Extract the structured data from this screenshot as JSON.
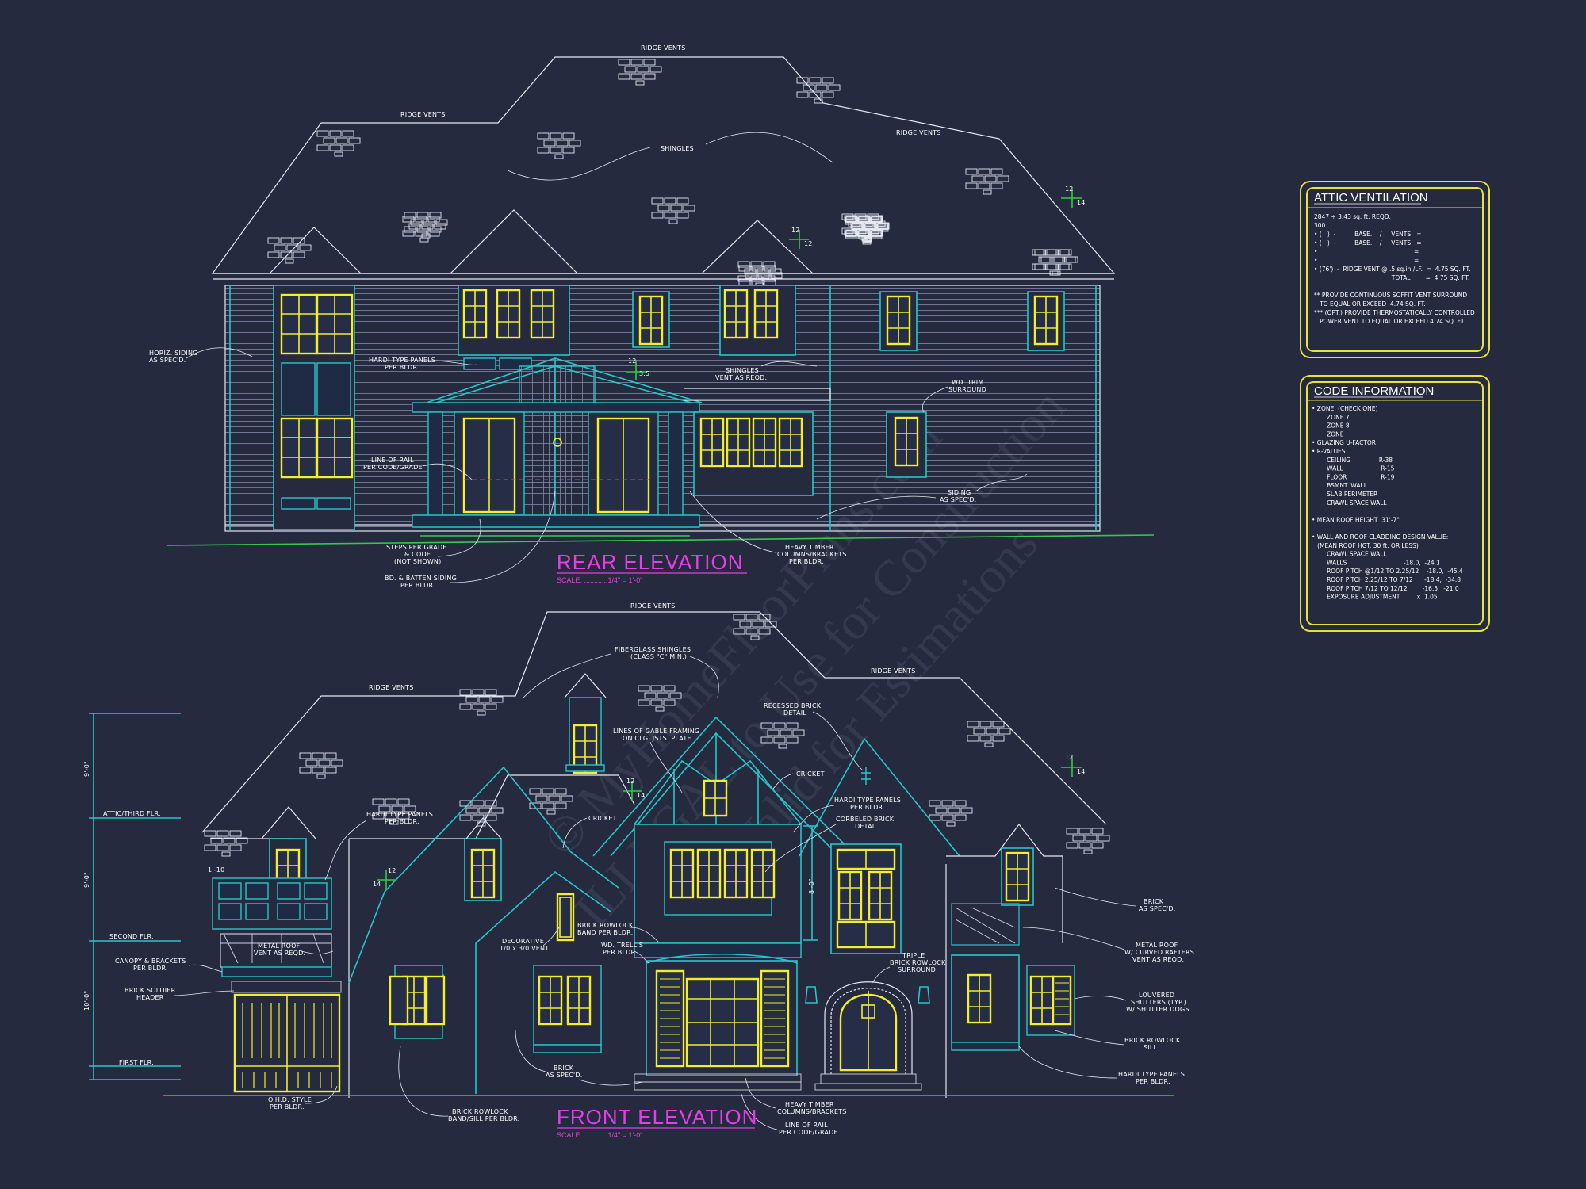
{
  "rear_elevation": {
    "title": "REAR ELEVATION",
    "scale": "SCALE: ............1/4\" = 1'-0\"",
    "pitch_a": {
      "rise": "12",
      "run": "14"
    },
    "pitch_b": {
      "rise": "12",
      "run": "12"
    },
    "pitch_c": {
      "rise": "12",
      "run": "3.5"
    },
    "notes": {
      "ridge_vents_1": "RIDGE VENTS",
      "ridge_vents_2": "RIDGE VENTS",
      "ridge_vents_3": "RIDGE VENTS",
      "shingles": "SHINGLES",
      "horiz_siding_1": "HORIZ. SIDING",
      "horiz_siding_2": "AS SPEC'D.",
      "hardi_1": "HARDI TYPE PANELS",
      "hardi_2": "PER BLDR.",
      "shingles_vent_1": "SHINGLES",
      "shingles_vent_2": "VENT AS REQD.",
      "wd_trim_1": "WD. TRIM",
      "wd_trim_2": "SURROUND",
      "line_rail_1": "LINE OF RAIL",
      "line_rail_2": "PER CODE/GRADE",
      "siding_1": "SIDING",
      "siding_2": "AS SPEC'D.",
      "steps_1": "STEPS PER GRADE",
      "steps_2": "& CODE",
      "steps_3": "(NOT SHOWN)",
      "bd_batten_1": "BD. & BATTEN SIDING",
      "bd_batten_2": "PER BLDR.",
      "timber_1": "HEAVY TIMBER",
      "timber_2": "COLUMNS/BRACKETS",
      "timber_3": "PER BLDR."
    }
  },
  "front_elevation": {
    "title": "FRONT ELEVATION",
    "scale": "SCALE: ............1/4\" = 1'-0\"",
    "pitch_a": {
      "rise": "12",
      "run": "14"
    },
    "pitch_b": {
      "rise": "12",
      "run": "14"
    },
    "pitch_c": {
      "rise": "12",
      "run": "14"
    },
    "dims": {
      "d1": "9'-0\"",
      "d2": "9'-0\"",
      "d3": "10'-0\"",
      "d4": "8'-0\"",
      "d5": "1'-10"
    },
    "levels": {
      "attic": "ATTIC/THIRD FLR.",
      "second": "SECOND FLR.",
      "first": "FIRST FLR."
    },
    "notes": {
      "ridge_vents_1": "RIDGE VENTS",
      "ridge_vents_2": "RIDGE VENTS",
      "ridge_vents_3": "RIDGE VENTS",
      "fiberglass_1": "FIBERGLASS SHINGLES",
      "fiberglass_2": "(CLASS \"C\" MIN.)",
      "recessed_1": "RECESSED BRICK",
      "recessed_2": "DETAIL",
      "gable_1": "LINES OF GABLE FRAMING",
      "gable_2": "ON CLG. JSTS. PLATE",
      "cricket_1": "CRICKET",
      "cricket_2": "CRICKET",
      "hardi_a1": "HARDI TYPE PANELS",
      "hardi_a2": "PER BLDR.",
      "hardi_b1": "HARDI TYPE PANELS",
      "hardi_b2": "PER BLDR.",
      "corbel_1": "CORBELED BRICK",
      "corbel_2": "DETAIL",
      "metal_roof_1": "METAL ROOF",
      "metal_roof_2": "VENT AS REQD.",
      "canopy_1": "CANOPY & BRACKETS",
      "canopy_2": "PER BLDR.",
      "soldier_1": "BRICK SOLDIER",
      "soldier_2": "HEADER",
      "rowlock_band_1": "BRICK ROWLOCK",
      "rowlock_band_2": "BAND PER BLDR.",
      "deco_vent_1": "DECORATIVE",
      "deco_vent_2": "1/0 x 3/0 VENT",
      "trellis_1": "WD. TRELLIS",
      "trellis_2": "PER BLDR.",
      "triple_1": "TRIPLE",
      "triple_2": "BRICK ROWLOCK",
      "triple_3": "SURROUND",
      "brick_spec_1": "BRICK",
      "brick_spec_2": "AS SPEC'D.",
      "brick_mid_1": "BRICK",
      "brick_mid_2": "AS SPEC'D.",
      "metal_curved_1": "METAL ROOF",
      "metal_curved_2": "W/ CURVED RAFTERS",
      "metal_curved_3": "VENT AS REQD.",
      "louvered_1": "LOUVERED",
      "louvered_2": "SHUTTERS (TYP.)",
      "louvered_3": "W/ SHUTTER DOGS",
      "rowlock_sill_1": "BRICK ROWLOCK",
      "rowlock_sill_2": "SILL",
      "hardi_c1": "HARDI TYPE PANELS",
      "hardi_c2": "PER BLDR.",
      "ohd_1": "O.H.D. STYLE",
      "ohd_2": "PER BLDR.",
      "band_sill_1": "BRICK ROWLOCK",
      "band_sill_2": "BAND/SILL PER BLDR.",
      "timber_1": "HEAVY TIMBER",
      "timber_2": "COLUMNS/BRACKETS",
      "rail_1": "LINE OF RAIL",
      "rail_2": "PER CODE/GRADE"
    }
  },
  "attic_ventilation": {
    "title": "ATTIC VENTILATION",
    "lines": [
      "2847 ÷ 3.43 sq. ft. REQD.",
      "300",
      "• (   )  -          BASE.    /     VENTS   =",
      "• (   )  -          BASE.    /     VENTS   =",
      "•                                                   =",
      "•                                                   =",
      "• (76')  -  RIDGE VENT @ .5 sq.in./LF.  =  4.75 SQ. FT.",
      "                                         TOTAL        =  4.75 SQ. FT.",
      "",
      "** PROVIDE CONTINUOUS SOFFIT VENT SURROUND",
      "   TO EQUAL OR EXCEED  4.74 SQ. FT.",
      "*** (OPT.) PROVIDE THERMOSTATICALLY CONTROLLED",
      "   POWER VENT TO EQUAL OR EXCEED 4.74 SQ. FT."
    ]
  },
  "code_information": {
    "title": "CODE INFORMATION",
    "lines": [
      "• ZONE: (CHECK ONE)",
      "        ZONE 7",
      "        ZONE 8",
      "        ZONE",
      "• GLAZING U-FACTOR",
      "• R-VALUES",
      "        CEILING               R-38",
      "        WALL                    R-15",
      "        FLOOR                  R-19",
      "        BSMNT. WALL",
      "        SLAB PERIMETER",
      "        CRAWL SPACE WALL",
      "",
      "• MEAN ROOF HEIGHT  31'-7\"",
      "",
      "• WALL AND ROOF CLADDING DESIGN VALUE:",
      "   (MEAN ROOF HGT. 30 ft. OR LESS)",
      "        CRAWL SPACE WALL",
      "        WALLS                              -18.0,  -24.1",
      "        ROOF PITCH @1/12 TO 2.25/12    -18.0,  -45.4",
      "        ROOF PITCH 2.25/12 TO 7/12      -18.4,  -34.8",
      "        ROOF PITCH 7/12 TO 12/12        -16.5,  -21.0",
      "        EXPOSURE ADJUSTMENT         x  1.05"
    ]
  },
  "watermark": {
    "line1": "© MyHomeFloorPlans.com",
    "line2": "ILLEGAL to Use for Construction",
    "line3": "Not Valid for Estimations"
  },
  "colors": {
    "background": "#252a3f",
    "linework": "#e6e9f2",
    "trim": "#26c6c9",
    "windows": "#f2ee2c",
    "grade": "#35c94a",
    "title": "#e63ee6",
    "panel_border": "#e6e23a"
  }
}
